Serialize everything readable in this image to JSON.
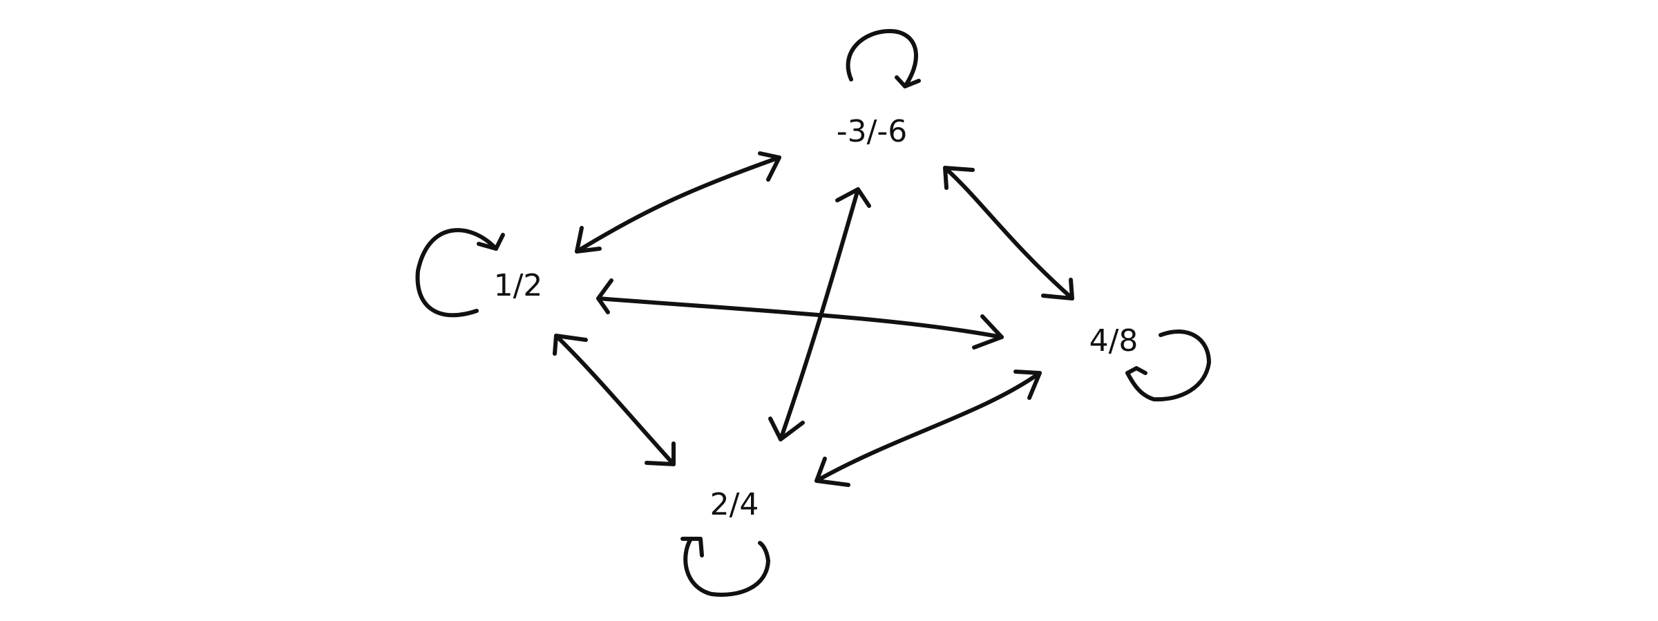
{
  "diagram": {
    "nodes": [
      {
        "id": "n1",
        "label": "-3/-6"
      },
      {
        "id": "n2",
        "label": "1/2"
      },
      {
        "id": "n3",
        "label": "4/8"
      },
      {
        "id": "n4",
        "label": "2/4"
      }
    ],
    "edges": [
      {
        "from": "n1",
        "to": "n2",
        "direction": "both"
      },
      {
        "from": "n1",
        "to": "n3",
        "direction": "both"
      },
      {
        "from": "n1",
        "to": "n4",
        "direction": "both"
      },
      {
        "from": "n2",
        "to": "n3",
        "direction": "both"
      },
      {
        "from": "n2",
        "to": "n4",
        "direction": "both"
      },
      {
        "from": "n4",
        "to": "n3",
        "direction": "both"
      }
    ],
    "self_loops": [
      "n1",
      "n2",
      "n3",
      "n4"
    ],
    "colors": {
      "ink": "#111111",
      "background": "#ffffff"
    }
  }
}
